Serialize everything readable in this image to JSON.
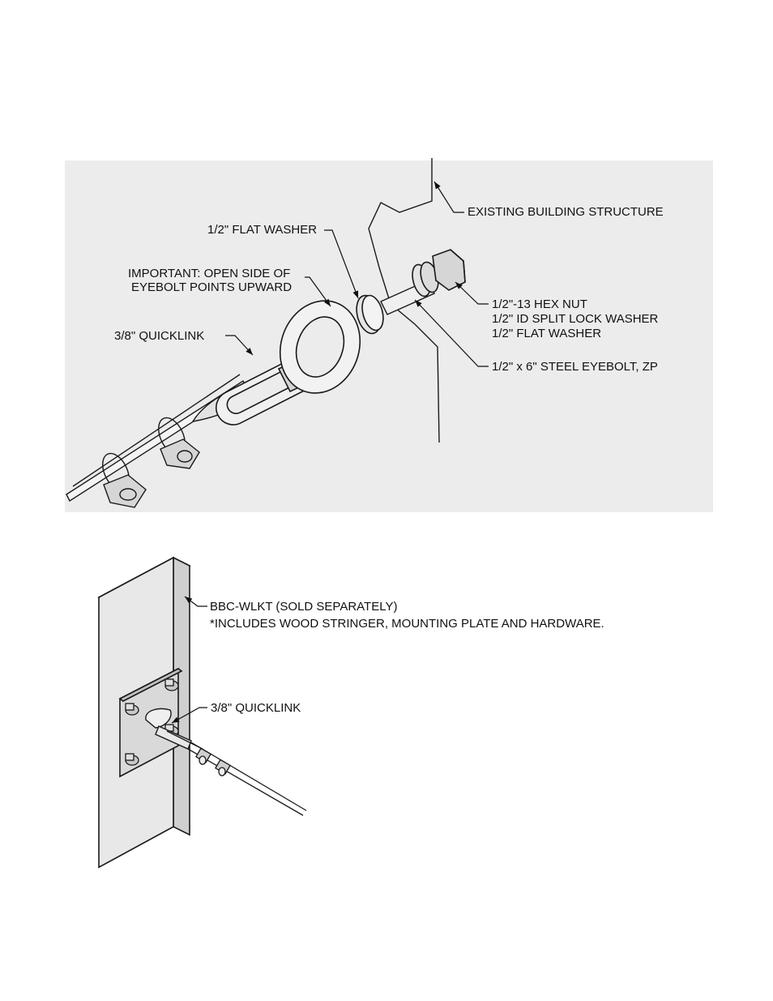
{
  "colors": {
    "panel_top": "#ececec",
    "ink": "#1a1a1a",
    "wood_face": "#e8e8e8",
    "wood_side": "#cfcfcf",
    "wood_top": "#dcdcdc",
    "plate": "#d9d9d9",
    "metal": "#c8c8c8"
  },
  "top_detail": {
    "labels": {
      "existing_structure": "EXISTING BUILDING STRUCTURE",
      "flat_washer_top": "1/2\" FLAT WASHER",
      "important_line1": "IMPORTANT: OPEN SIDE OF",
      "important_line2": "EYEBOLT POINTS UPWARD",
      "quicklink": "3/8\" QUICKLINK",
      "hex_nut": "1/2\"-13 HEX NUT",
      "lock_washer": "1/2\" ID SPLIT LOCK WASHER",
      "flat_washer_right": "1/2\" FLAT WASHER",
      "eyebolt": "1/2\" x 6\" STEEL EYEBOLT, ZP"
    }
  },
  "bottom_detail": {
    "labels": {
      "kit_line1": "BBC-WLKT (SOLD SEPARATELY)",
      "kit_line2": "*INCLUDES WOOD STRINGER, MOUNTING PLATE AND HARDWARE.",
      "quicklink": "3/8\" QUICKLINK"
    }
  }
}
